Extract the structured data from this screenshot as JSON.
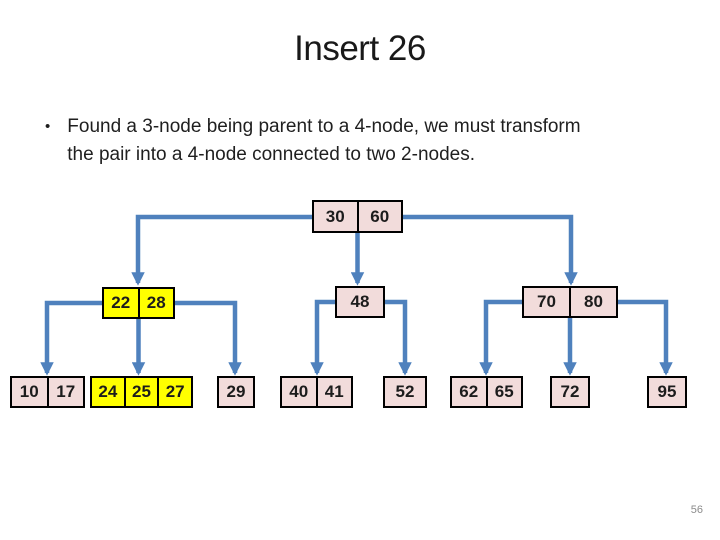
{
  "slide": {
    "title": "Insert 26",
    "bullet": {
      "glyph": "•",
      "lines": [
        "Found a 3-node being parent to a 4-node, we must transform",
        "the pair into a 4-node connected to two 2-nodes."
      ]
    },
    "page_number": "56"
  },
  "colors": {
    "node_fill": "#f2dcdb",
    "highlight_fill": "#ffff00",
    "node_border": "#000000",
    "connector_blue": "#4f81bd",
    "title_text": "#191919",
    "body_text": "#1f1f1f",
    "page_number_gray": "#8b8b8b"
  },
  "tree": {
    "root": {
      "keys": [
        "30",
        "60"
      ],
      "highlight": false,
      "children": [
        "node-22-28",
        "node-48",
        "node-70-80"
      ]
    },
    "internal": [
      {
        "id": "node-22-28",
        "keys": [
          "22",
          "28"
        ],
        "highlight": true,
        "children": [
          "leaf-10-17",
          "leaf-24-25-27",
          "leaf-29"
        ]
      },
      {
        "id": "node-48",
        "keys": [
          "48"
        ],
        "highlight": false,
        "children": [
          "leaf-40-41",
          "leaf-52"
        ]
      },
      {
        "id": "node-70-80",
        "keys": [
          "70",
          "80"
        ],
        "highlight": false,
        "children": [
          "leaf-62-65",
          "leaf-72",
          "leaf-95"
        ]
      }
    ],
    "leaves": [
      {
        "id": "leaf-10-17",
        "keys": [
          "10",
          "17"
        ],
        "highlight": false
      },
      {
        "id": "leaf-24-25-27",
        "keys": [
          "24",
          "25",
          "27"
        ],
        "highlight": true
      },
      {
        "id": "leaf-29",
        "keys": [
          "29"
        ],
        "highlight": false
      },
      {
        "id": "leaf-40-41",
        "keys": [
          "40",
          "41"
        ],
        "highlight": false
      },
      {
        "id": "leaf-52",
        "keys": [
          "52"
        ],
        "highlight": false
      },
      {
        "id": "leaf-62-65",
        "keys": [
          "62",
          "65"
        ],
        "highlight": false
      },
      {
        "id": "leaf-72",
        "keys": [
          "72"
        ],
        "highlight": false
      },
      {
        "id": "leaf-95",
        "keys": [
          "95"
        ],
        "highlight": false
      }
    ]
  }
}
